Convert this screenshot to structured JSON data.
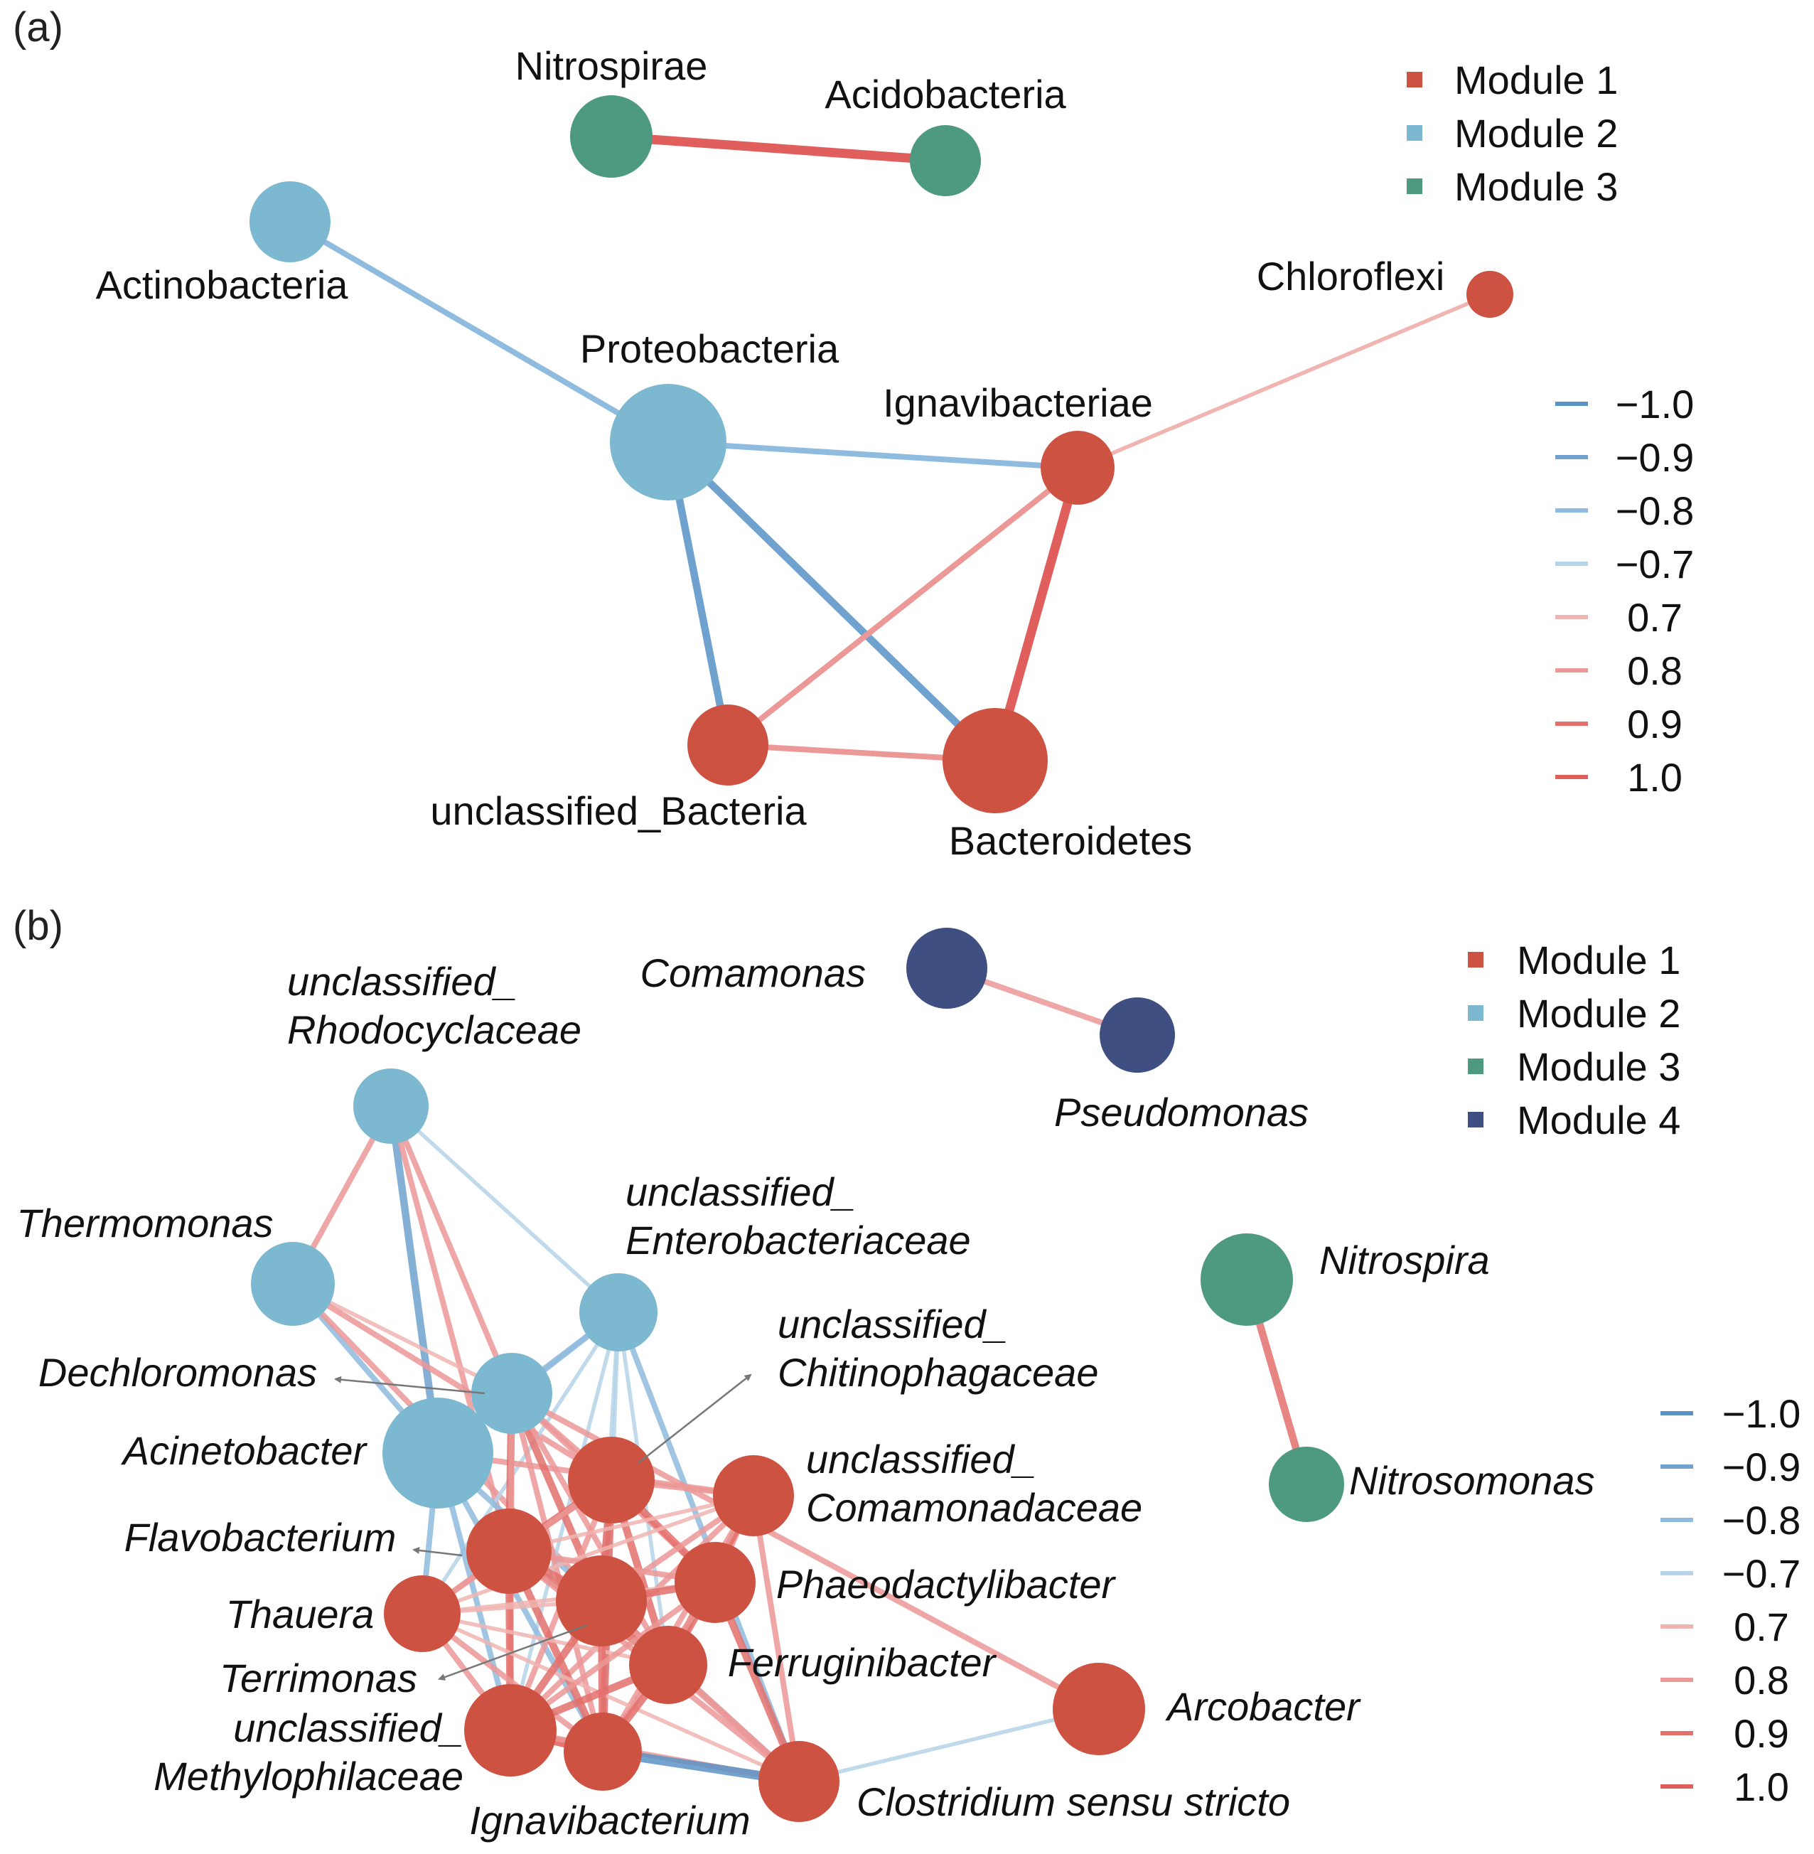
{
  "colors": {
    "module1": "#cd5241",
    "module2": "#7db8d1",
    "module3": "#4e9a80",
    "module4": "#3f4f82",
    "neg": {
      "-1.0": "#5b93c6",
      "-0.9": "#6fa2cf",
      "-0.8": "#8fbbde",
      "-0.7": "#b5d4e9"
    },
    "pos": {
      "0.7": "#f0b4b1",
      "0.8": "#eb9896",
      "0.9": "#e3706c",
      "1.0": "#e05f5c"
    }
  },
  "panels": [
    {
      "id": "a",
      "label": "(a)",
      "legend_modules": [
        {
          "label": "Module  1",
          "module": 1
        },
        {
          "label": "Module  2",
          "module": 2
        },
        {
          "label": "Module  3",
          "module": 3
        }
      ],
      "legend_correlation": [
        "−1.0",
        "−0.9",
        "−0.8",
        "−0.7",
        "0.7",
        "0.8",
        "0.9",
        "1.0"
      ],
      "nodes": [
        {
          "id": "Nitrospirae",
          "label": "Nitrospirae",
          "module": 3
        },
        {
          "id": "Acidobacteria",
          "label": "Acidobacteria",
          "module": 3
        },
        {
          "id": "Actinobacteria",
          "label": "Actinobacteria",
          "module": 2
        },
        {
          "id": "Proteobacteria",
          "label": "Proteobacteria",
          "module": 2
        },
        {
          "id": "Chloroflexi",
          "label": "Chloroflexi",
          "module": 1
        },
        {
          "id": "Ignavibacteriae",
          "label": "Ignavibacteriae",
          "module": 1
        },
        {
          "id": "unclassified_Bacteria",
          "label": "unclassified_Bacteria",
          "module": 1
        },
        {
          "id": "Bacteroidetes",
          "label": "Bacteroidetes",
          "module": 1
        }
      ],
      "edges": [
        {
          "source": "Nitrospirae",
          "target": "Acidobacteria",
          "weight": 1.0
        },
        {
          "source": "Actinobacteria",
          "target": "Proteobacteria",
          "weight": -0.8
        },
        {
          "source": "Proteobacteria",
          "target": "Ignavibacteriae",
          "weight": -0.8
        },
        {
          "source": "Proteobacteria",
          "target": "unclassified_Bacteria",
          "weight": -0.9
        },
        {
          "source": "Proteobacteria",
          "target": "Bacteroidetes",
          "weight": -0.9
        },
        {
          "source": "Ignavibacteriae",
          "target": "Chloroflexi",
          "weight": 0.7
        },
        {
          "source": "Ignavibacteriae",
          "target": "unclassified_Bacteria",
          "weight": 0.8
        },
        {
          "source": "Ignavibacteriae",
          "target": "Bacteroidetes",
          "weight": 1.0
        },
        {
          "source": "unclassified_Bacteria",
          "target": "Bacteroidetes",
          "weight": 0.8
        }
      ]
    },
    {
      "id": "b",
      "label": "(b)",
      "legend_modules": [
        {
          "label": "Module  1",
          "module": 1
        },
        {
          "label": "Module  2",
          "module": 2
        },
        {
          "label": "Module  3",
          "module": 3
        },
        {
          "label": "Module  4",
          "module": 4
        }
      ],
      "legend_correlation": [
        "−1.0",
        "−0.9",
        "−0.8",
        "−0.7",
        "0.7",
        "0.8",
        "0.9",
        "1.0"
      ],
      "nodes": [
        {
          "id": "Comamonas",
          "label": "Comamonas",
          "module": 4
        },
        {
          "id": "Pseudomonas",
          "label": "Pseudomonas",
          "module": 4
        },
        {
          "id": "Nitrospira",
          "label": "Nitrospira",
          "module": 3
        },
        {
          "id": "Nitrosomonas",
          "label": "Nitrosomonas",
          "module": 3
        },
        {
          "id": "uRhodocyclaceae",
          "label": "unclassified_ Rhodocyclaceae",
          "module": 2
        },
        {
          "id": "Thermomonas",
          "label": "Thermomonas",
          "module": 2
        },
        {
          "id": "uEnterobacteriaceae",
          "label": "unclassified_ Enterobacteriaceae",
          "module": 2
        },
        {
          "id": "Dechloromonas",
          "label": "Dechloromonas",
          "module": 2
        },
        {
          "id": "Acinetobacter",
          "label": "Acinetobacter",
          "module": 2
        },
        {
          "id": "uChitinophagaceae",
          "label": "unclassified_ Chitinophagaceae",
          "module": 1
        },
        {
          "id": "uComamonadaceae",
          "label": "unclassified_ Comamonadaceae",
          "module": 1
        },
        {
          "id": "Flavobacterium",
          "label": "Flavobacterium",
          "module": 1
        },
        {
          "id": "Phaeodactylibacter",
          "label": "Phaeodactylibacter",
          "module": 1
        },
        {
          "id": "Thauera",
          "label": "Thauera",
          "module": 1
        },
        {
          "id": "Terrimonas",
          "label": "Terrimonas",
          "module": 1
        },
        {
          "id": "Ferruginibacter",
          "label": "Ferruginibacter",
          "module": 1
        },
        {
          "id": "uMethylophilaceae",
          "label": "unclassified_ Methylophilaceae",
          "module": 1
        },
        {
          "id": "Ignavibacterium",
          "label": "Ignavibacterium",
          "module": 1
        },
        {
          "id": "Clostridium",
          "label": "Clostridium sensu stricto",
          "module": 1
        },
        {
          "id": "Arcobacter",
          "label": "Arcobacter",
          "module": 1
        }
      ],
      "edges": [
        {
          "source": "Comamonas",
          "target": "Pseudomonas",
          "weight": 0.8
        },
        {
          "source": "Nitrospira",
          "target": "Nitrosomonas",
          "weight": 0.9
        },
        {
          "source": "uRhodocyclaceae",
          "target": "Thermomonas",
          "weight": 0.8
        },
        {
          "source": "uRhodocyclaceae",
          "target": "Acinetobacter",
          "weight": -0.9
        },
        {
          "source": "uRhodocyclaceae",
          "target": "Dechloromonas",
          "weight": 0.8
        },
        {
          "source": "uRhodocyclaceae",
          "target": "uEnterobacteriaceae",
          "weight": -0.7
        },
        {
          "source": "uRhodocyclaceae",
          "target": "Flavobacterium",
          "weight": 0.8
        },
        {
          "source": "Thermomonas",
          "target": "Acinetobacter",
          "weight": -0.8
        },
        {
          "source": "Thermomonas",
          "target": "Dechloromonas",
          "weight": 0.7
        },
        {
          "source": "Thermomonas",
          "target": "uChitinophagaceae",
          "weight": 0.8
        },
        {
          "source": "Thermomonas",
          "target": "Terrimonas",
          "weight": 0.8
        },
        {
          "source": "uEnterobacteriaceae",
          "target": "Dechloromonas",
          "weight": -0.8
        },
        {
          "source": "uEnterobacteriaceae",
          "target": "Acinetobacter",
          "weight": -0.8
        },
        {
          "source": "uEnterobacteriaceae",
          "target": "Thauera",
          "weight": -0.7
        },
        {
          "source": "uEnterobacteriaceae",
          "target": "Clostridium",
          "weight": -0.8
        },
        {
          "source": "uEnterobacteriaceae",
          "target": "Ferruginibacter",
          "weight": -0.7
        },
        {
          "source": "uEnterobacteriaceae",
          "target": "Ignavibacterium",
          "weight": -0.7
        },
        {
          "source": "uEnterobacteriaceae",
          "target": "Terrimonas",
          "weight": -0.7
        },
        {
          "source": "uEnterobacteriaceae",
          "target": "uMethylophilaceae",
          "weight": -0.7
        },
        {
          "source": "Acinetobacter",
          "target": "uComamonadaceae",
          "weight": 0.8
        },
        {
          "source": "Acinetobacter",
          "target": "Thauera",
          "weight": -0.8
        },
        {
          "source": "Acinetobacter",
          "target": "uMethylophilaceae",
          "weight": -0.8
        },
        {
          "source": "Acinetobacter",
          "target": "Ignavibacterium",
          "weight": -0.8
        },
        {
          "source": "Acinetobacter",
          "target": "Clostridium",
          "weight": -0.8
        },
        {
          "source": "Dechloromonas",
          "target": "Arcobacter",
          "weight": 0.8
        },
        {
          "source": "Dechloromonas",
          "target": "uChitinophagaceae",
          "weight": 0.8
        },
        {
          "source": "Dechloromonas",
          "target": "Flavobacterium",
          "weight": 0.9
        },
        {
          "source": "Dechloromonas",
          "target": "Terrimonas",
          "weight": 0.9
        },
        {
          "source": "Dechloromonas",
          "target": "Phaeodactylibacter",
          "weight": 0.8
        },
        {
          "source": "Dechloromonas",
          "target": "Ferruginibacter",
          "weight": 0.8
        },
        {
          "source": "Dechloromonas",
          "target": "uMethylophilaceae",
          "weight": 0.8
        },
        {
          "source": "Dechloromonas",
          "target": "Ignavibacterium",
          "weight": 0.8
        },
        {
          "source": "uChitinophagaceae",
          "target": "Flavobacterium",
          "weight": 0.9
        },
        {
          "source": "uChitinophagaceae",
          "target": "Terrimonas",
          "weight": 0.9
        },
        {
          "source": "uChitinophagaceae",
          "target": "Thauera",
          "weight": 0.8
        },
        {
          "source": "uChitinophagaceae",
          "target": "uComamonadaceae",
          "weight": 0.8
        },
        {
          "source": "uChitinophagaceae",
          "target": "Phaeodactylibacter",
          "weight": 0.9
        },
        {
          "source": "uChitinophagaceae",
          "target": "Ferruginibacter",
          "weight": 0.9
        },
        {
          "source": "uChitinophagaceae",
          "target": "uMethylophilaceae",
          "weight": 0.8
        },
        {
          "source": "uChitinophagaceae",
          "target": "Ignavibacterium",
          "weight": 0.9
        },
        {
          "source": "uComamonadaceae",
          "target": "Flavobacterium",
          "weight": 0.7
        },
        {
          "source": "uComamonadaceae",
          "target": "Thauera",
          "weight": 0.7
        },
        {
          "source": "uComamonadaceae",
          "target": "Terrimonas",
          "weight": 0.8
        },
        {
          "source": "uComamonadaceae",
          "target": "Phaeodactylibacter",
          "weight": 0.8
        },
        {
          "source": "uComamonadaceae",
          "target": "Ferruginibacter",
          "weight": 0.9
        },
        {
          "source": "uComamonadaceae",
          "target": "uMethylophilaceae",
          "weight": 0.8
        },
        {
          "source": "uComamonadaceae",
          "target": "Ignavibacterium",
          "weight": 0.8
        },
        {
          "source": "uComamonadaceae",
          "target": "Clostridium",
          "weight": 0.8
        },
        {
          "source": "Flavobacterium",
          "target": "Thauera",
          "weight": 0.8
        },
        {
          "source": "Flavobacterium",
          "target": "Terrimonas",
          "weight": 0.9
        },
        {
          "source": "Flavobacterium",
          "target": "Phaeodactylibacter",
          "weight": 0.8
        },
        {
          "source": "Flavobacterium",
          "target": "Ferruginibacter",
          "weight": 0.9
        },
        {
          "source": "Flavobacterium",
          "target": "uMethylophilaceae",
          "weight": 0.9
        },
        {
          "source": "Flavobacterium",
          "target": "Ignavibacterium",
          "weight": 0.9
        },
        {
          "source": "Flavobacterium",
          "target": "Clostridium",
          "weight": 0.8
        },
        {
          "source": "Thauera",
          "target": "Terrimonas",
          "weight": 0.7
        },
        {
          "source": "Thauera",
          "target": "Phaeodactylibacter",
          "weight": 0.7
        },
        {
          "source": "Thauera",
          "target": "Ferruginibacter",
          "weight": 0.7
        },
        {
          "source": "Thauera",
          "target": "uMethylophilaceae",
          "weight": 0.8
        },
        {
          "source": "Thauera",
          "target": "Ignavibacterium",
          "weight": 0.8
        },
        {
          "source": "Thauera",
          "target": "Clostridium",
          "weight": 0.7
        },
        {
          "source": "Terrimonas",
          "target": "Phaeodactylibacter",
          "weight": 0.9
        },
        {
          "source": "Terrimonas",
          "target": "Ferruginibacter",
          "weight": 0.9
        },
        {
          "source": "Terrimonas",
          "target": "uMethylophilaceae",
          "weight": 0.9
        },
        {
          "source": "Terrimonas",
          "target": "Ignavibacterium",
          "weight": 0.9
        },
        {
          "source": "Terrimonas",
          "target": "Clostridium",
          "weight": 0.8
        },
        {
          "source": "Phaeodactylibacter",
          "target": "Ferruginibacter",
          "weight": 0.9
        },
        {
          "source": "Phaeodactylibacter",
          "target": "uMethylophilaceae",
          "weight": 0.8
        },
        {
          "source": "Phaeodactylibacter",
          "target": "Ignavibacterium",
          "weight": 0.8
        },
        {
          "source": "Phaeodactylibacter",
          "target": "Clostridium",
          "weight": 0.9
        },
        {
          "source": "Ferruginibacter",
          "target": "uMethylophilaceae",
          "weight": 0.9
        },
        {
          "source": "Ferruginibacter",
          "target": "Ignavibacterium",
          "weight": 0.9
        },
        {
          "source": "Ferruginibacter",
          "target": "Clostridium",
          "weight": 0.8
        },
        {
          "source": "uMethylophilaceae",
          "target": "Ignavibacterium",
          "weight": 1.0
        },
        {
          "source": "uMethylophilaceae",
          "target": "Clostridium",
          "weight": 0.8
        },
        {
          "source": "Ignavibacterium",
          "target": "Clostridium",
          "weight": -1.0
        },
        {
          "source": "Clostridium",
          "target": "Arcobacter",
          "weight": -0.7
        }
      ]
    }
  ]
}
